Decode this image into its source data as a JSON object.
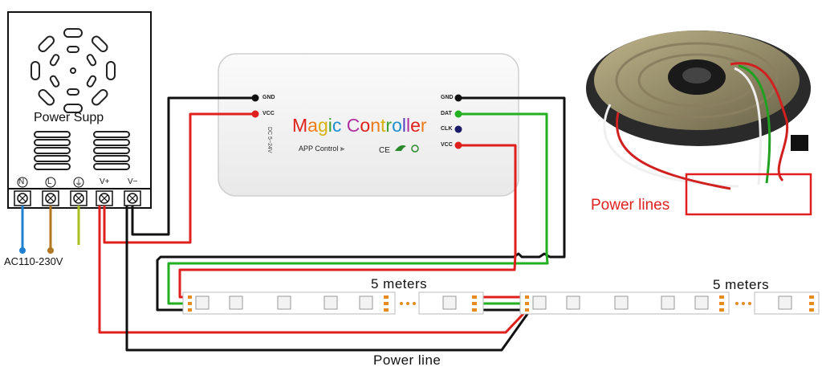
{
  "power_supply": {
    "title": "Power Supp",
    "terminals": [
      "N",
      "L",
      "⏚",
      "V+",
      "V−"
    ]
  },
  "ac_label": "AC110-230V",
  "controller": {
    "title_letters": [
      "M",
      "a",
      "g",
      "i",
      "c",
      " ",
      "C",
      "o",
      "n",
      "t",
      "r",
      "o",
      "l",
      "l",
      "e",
      "r"
    ],
    "subtitle": "APP Control",
    "voltage": "DC 5~24V",
    "left_pins": [
      "GND",
      "VCC"
    ],
    "right_pins": [
      "GND",
      "DAT",
      "CLK",
      "VCC"
    ]
  },
  "labels": {
    "strip1": "5 meters",
    "strip2": "5 meters",
    "power_line": "Power line",
    "power_lines": "Power lines"
  },
  "colors": {
    "gnd": "#111111",
    "vcc": "#e0201c",
    "dat": "#22b022",
    "clk": "#1a1a66",
    "ac_n": "#1f7fd0",
    "ac_l": "#b07820",
    "ac_pe": "#a8c020",
    "highlight": "#e02020"
  }
}
